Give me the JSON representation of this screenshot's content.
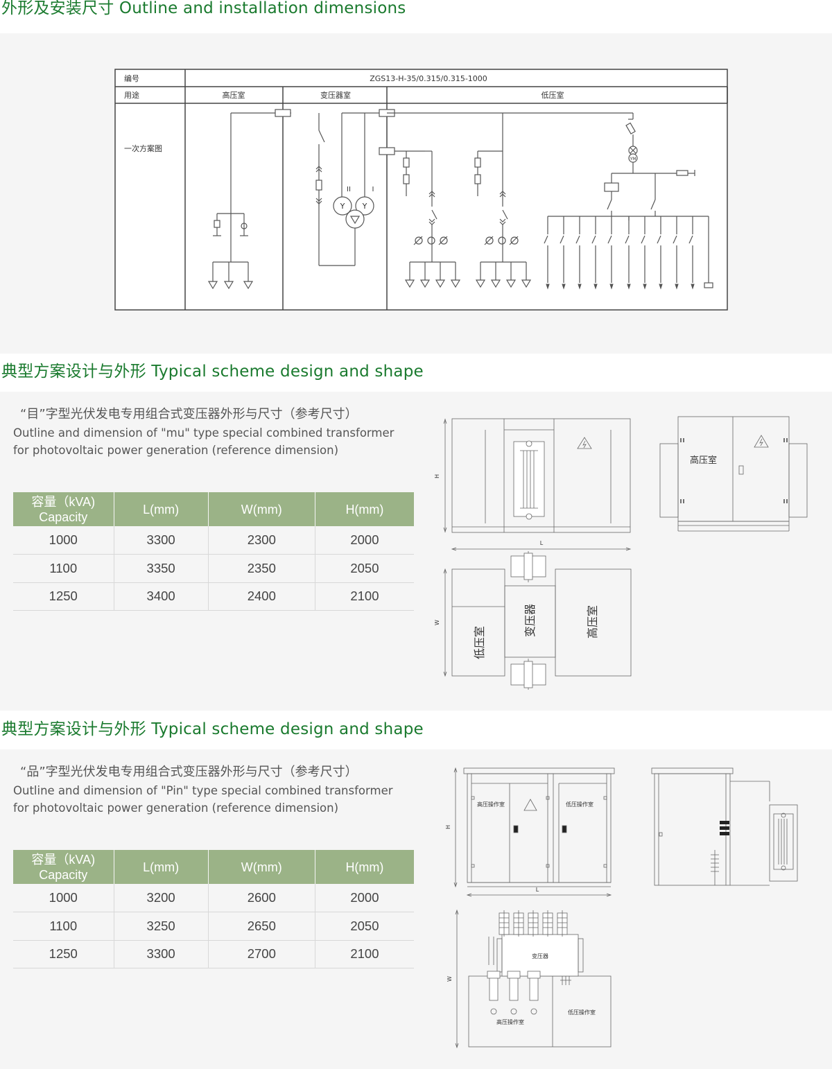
{
  "sections": {
    "outline_title": "外形及安装尺寸 Outline and installation dimensions",
    "scheme_title_1": "典型方案设计与外形 Typical scheme design and shape",
    "scheme_title_2": "典型方案设计与外形 Typical scheme design and shape"
  },
  "diagram": {
    "row1_label": "编号",
    "model": "ZGS13-H-35/0.315/0.315-1000",
    "row2_label": "用途",
    "hv_room": "高压室",
    "transformer_room": "变压器室",
    "lv_room": "低压室",
    "scheme_label": "一次方案图",
    "winding_2": "II",
    "winding_1": "I",
    "wye_a": "Y",
    "wye_b": "Y",
    "ym_label": "YM"
  },
  "scheme1": {
    "desc_zh": "“目”字型光伏发电专用组合式变压器外形与尺寸（参考尺寸）",
    "desc_en_1": "Outline and dimension of \"mu\" type special combined transformer",
    "desc_en_2": "for photovoltaic power generation (reference dimension)",
    "headers": {
      "capacity_zh": "容量（kVA)",
      "capacity_en": "Capacity",
      "l": "L(mm)",
      "w": "W(mm)",
      "h": "H(mm)"
    },
    "rows": [
      {
        "capacity": "1000",
        "l": "3300",
        "w": "2300",
        "h": "2000"
      },
      {
        "capacity": "1100",
        "l": "3350",
        "w": "2350",
        "h": "2050"
      },
      {
        "capacity": "1250",
        "l": "3400",
        "w": "2400",
        "h": "2100"
      }
    ],
    "drawing": {
      "h": "H",
      "l": "L",
      "w": "W",
      "hv_room": "高压室",
      "lv_room": "低压室",
      "transformer": "变压器"
    }
  },
  "scheme2": {
    "desc_zh": "“品”字型光伏发电专用组合式变压器外形与尺寸（参考尺寸）",
    "desc_en_1": "Outline and dimension of \"Pin\" type special combined transformer",
    "desc_en_2": "for photovoltaic power generation (reference dimension)",
    "headers": {
      "capacity_zh": "容量（kVA)",
      "capacity_en": "Capacity",
      "l": "L(mm)",
      "w": "W(mm)",
      "h": "H(mm)"
    },
    "rows": [
      {
        "capacity": "1000",
        "l": "3200",
        "w": "2600",
        "h": "2000"
      },
      {
        "capacity": "1100",
        "l": "3250",
        "w": "2650",
        "h": "2050"
      },
      {
        "capacity": "1250",
        "l": "3300",
        "w": "2700",
        "h": "2100"
      }
    ],
    "drawing": {
      "h": "H",
      "l": "L",
      "w": "W",
      "hv_op": "高压操作室",
      "lv_op": "低压操作室",
      "transformer": "变压器",
      "hv_op_2": "高压操作室",
      "lv_op_2": "低压操作室"
    }
  }
}
